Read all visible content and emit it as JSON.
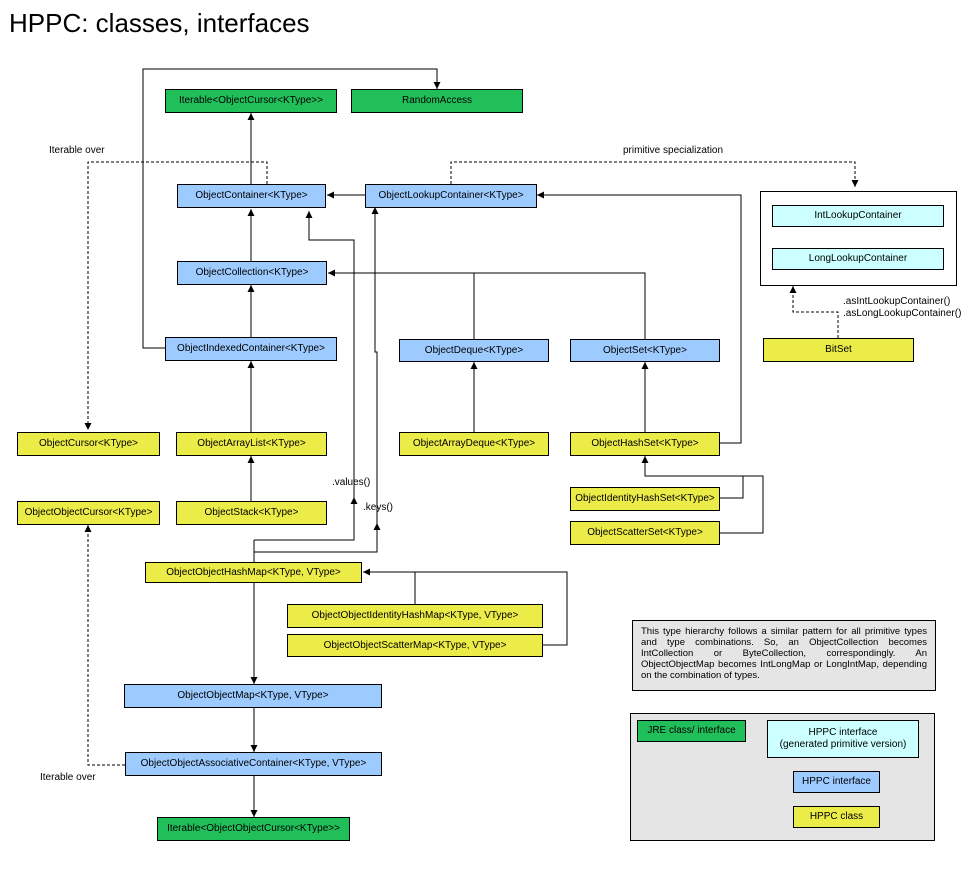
{
  "title": "HPPC: classes, interfaces",
  "colors": {
    "jre": "#21bf5a",
    "hppc_interface": "#9ecbff",
    "hppc_class": "#ecec48",
    "generated": "#ccffff",
    "note_bg": "#e5e5e5"
  },
  "nodes": {
    "iterable_cursor": "Iterable<ObjectCursor<KType>>",
    "random_access": "RandomAccess",
    "container": "ObjectContainer<KType>",
    "lookup_container": "ObjectLookupContainer<KType>",
    "int_lookup": "IntLookupContainer",
    "long_lookup": "LongLookupContainer",
    "collection": "ObjectCollection<KType>",
    "indexed_container": "ObjectIndexedContainer<KType>",
    "deque": "ObjectDeque<KType>",
    "set": "ObjectSet<KType>",
    "bitset": "BitSet",
    "cursor": "ObjectCursor<KType>",
    "array_list": "ObjectArrayList<KType>",
    "array_deque": "ObjectArrayDeque<KType>",
    "hash_set": "ObjectHashSet<KType>",
    "obj_obj_cursor": "ObjectObjectCursor<KType>",
    "stack": "ObjectStack<KType>",
    "identity_hash_set": "ObjectIdentityHashSet<KType>",
    "scatter_set": "ObjectScatterSet<KType>",
    "obj_obj_hash_map": "ObjectObjectHashMap<KType, VType>",
    "obj_obj_identity_map": "ObjectObjectIdentityHashMap<KType, VType>",
    "obj_obj_scatter_map": "ObjectObjectScatterMap<KType, VType>",
    "obj_obj_map": "ObjectObjectMap<KType, VType>",
    "obj_obj_assoc": "ObjectObjectAssociativeContainer<KType, VType>",
    "iterable_obj_obj_cursor": "Iterable<ObjectObjectCursor<KType>>"
  },
  "labels": {
    "iterable_over_1": "Iterable over",
    "iterable_over_2": "Iterable over",
    "primitive_specialization": "primitive specialization",
    "as_int_lookup": ".asIntLookupContainer()",
    "as_long_lookup": ".asLongLookupContainer()",
    "values": ".values()",
    "keys": ".keys()"
  },
  "note": "This type hierarchy follows a similar pattern for all primitive types and type combinations. So, an ObjectCollection becomes IntCollection or ByteCollection, correspondingly. An ObjectObjectMap becomes IntLongMap or LongIntMap, depending on the combination of types.",
  "legend": {
    "jre": "JRE class/ interface",
    "generated_line1": "HPPC interface",
    "generated_line2": "(generated primitive version)",
    "hppc_interface": "HPPC interface",
    "hppc_class": "HPPC class"
  }
}
